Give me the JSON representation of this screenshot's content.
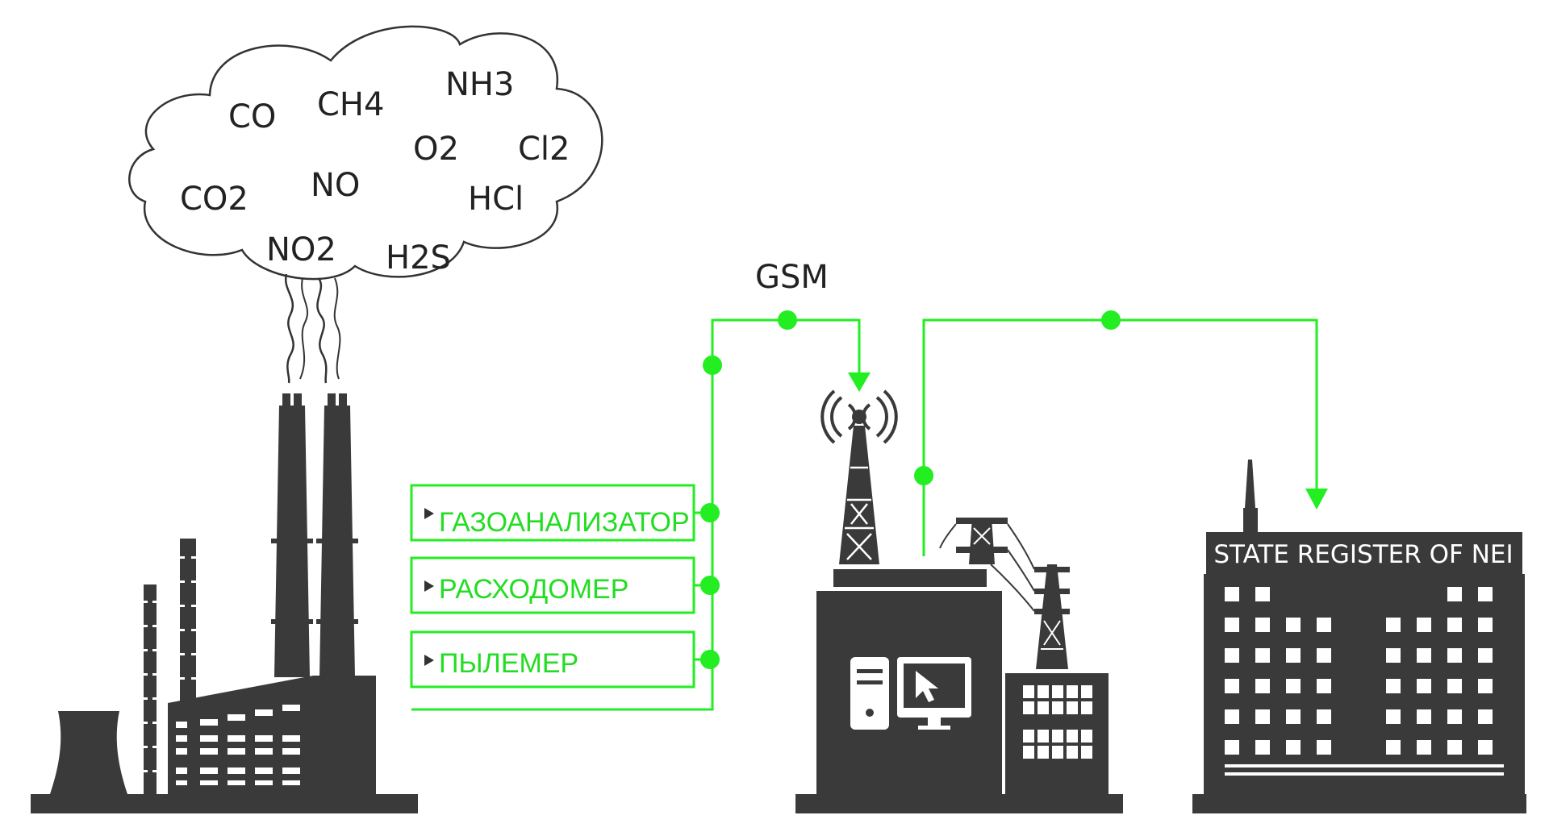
{
  "cloud": {
    "gases": [
      {
        "id": "co",
        "label": "CO"
      },
      {
        "id": "ch4",
        "label": "CH4"
      },
      {
        "id": "nh3",
        "label": "NH3"
      },
      {
        "id": "o2",
        "label": "O2"
      },
      {
        "id": "cl2",
        "label": "Cl2"
      },
      {
        "id": "co2",
        "label": "CO2"
      },
      {
        "id": "no",
        "label": "NO"
      },
      {
        "id": "hcl",
        "label": "HCl"
      },
      {
        "id": "no2",
        "label": "NO2"
      },
      {
        "id": "h2s",
        "label": "H2S"
      }
    ]
  },
  "instruments": [
    {
      "id": "gas-analyzer",
      "label": "ГАЗОАНАЛИЗАТОР"
    },
    {
      "id": "flowmeter",
      "label": "РАСХОДОМЕР"
    },
    {
      "id": "dust-meter",
      "label": "ПЫЛЕМЕР"
    }
  ],
  "link": {
    "label": "GSM"
  },
  "registry": {
    "title": "STATE REGISTER OF NEI"
  },
  "colors": {
    "link": "#22ee22",
    "building": "#3a3a3a",
    "text": "#222222"
  }
}
